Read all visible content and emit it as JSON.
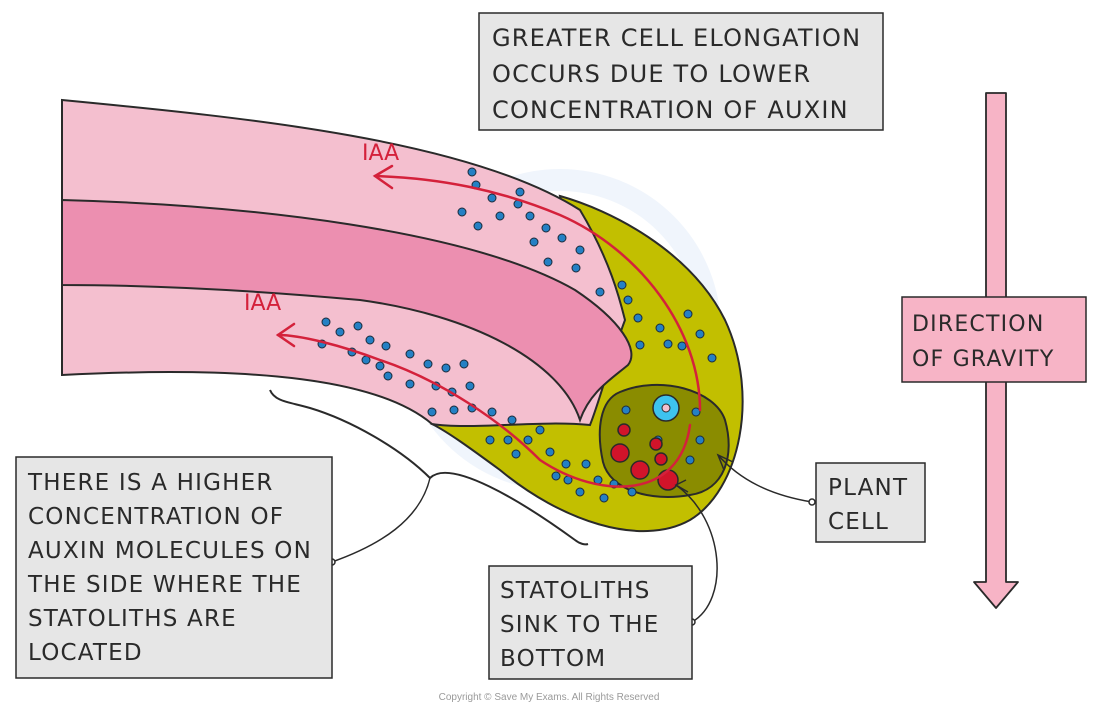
{
  "labels": {
    "top_box": [
      "GREATER CELL ELONGATION",
      "OCCURS DUE TO LOWER",
      "CONCENTRATION OF AUXIN"
    ],
    "gravity_box": [
      "DIRECTION",
      "OF GRAVITY"
    ],
    "left_box": [
      "THERE IS A HIGHER",
      "CONCENTRATION OF",
      "AUXIN MOLECULES ON",
      "THE SIDE WHERE THE",
      "STATOLITHS ARE",
      "LOCATED"
    ],
    "plant_cell_box": [
      "PLANT",
      "CELL"
    ],
    "statoliths_box": [
      "STATOLITHS",
      "SINK TO THE",
      "BOTTOM"
    ],
    "iaa_upper": "IAA",
    "iaa_lower": "IAA"
  },
  "copyright": "Copyright © Save My Exams. All Rights Reserved",
  "colors": {
    "root_outer": "#f4bfcf",
    "root_inner_band": "#ec8fb0",
    "root_cap": "#c2bf00",
    "plant_cell": "#8a8c00",
    "auxin_dot": "#2480c4",
    "statolith": "#d1142a",
    "nucleus": "#3ec3ef",
    "iaa_arrow": "#d4213b",
    "label_box": "#e6e6e6",
    "gravity_box": "#f7b4c6",
    "gravity_arrow": "#f7b4c6"
  }
}
